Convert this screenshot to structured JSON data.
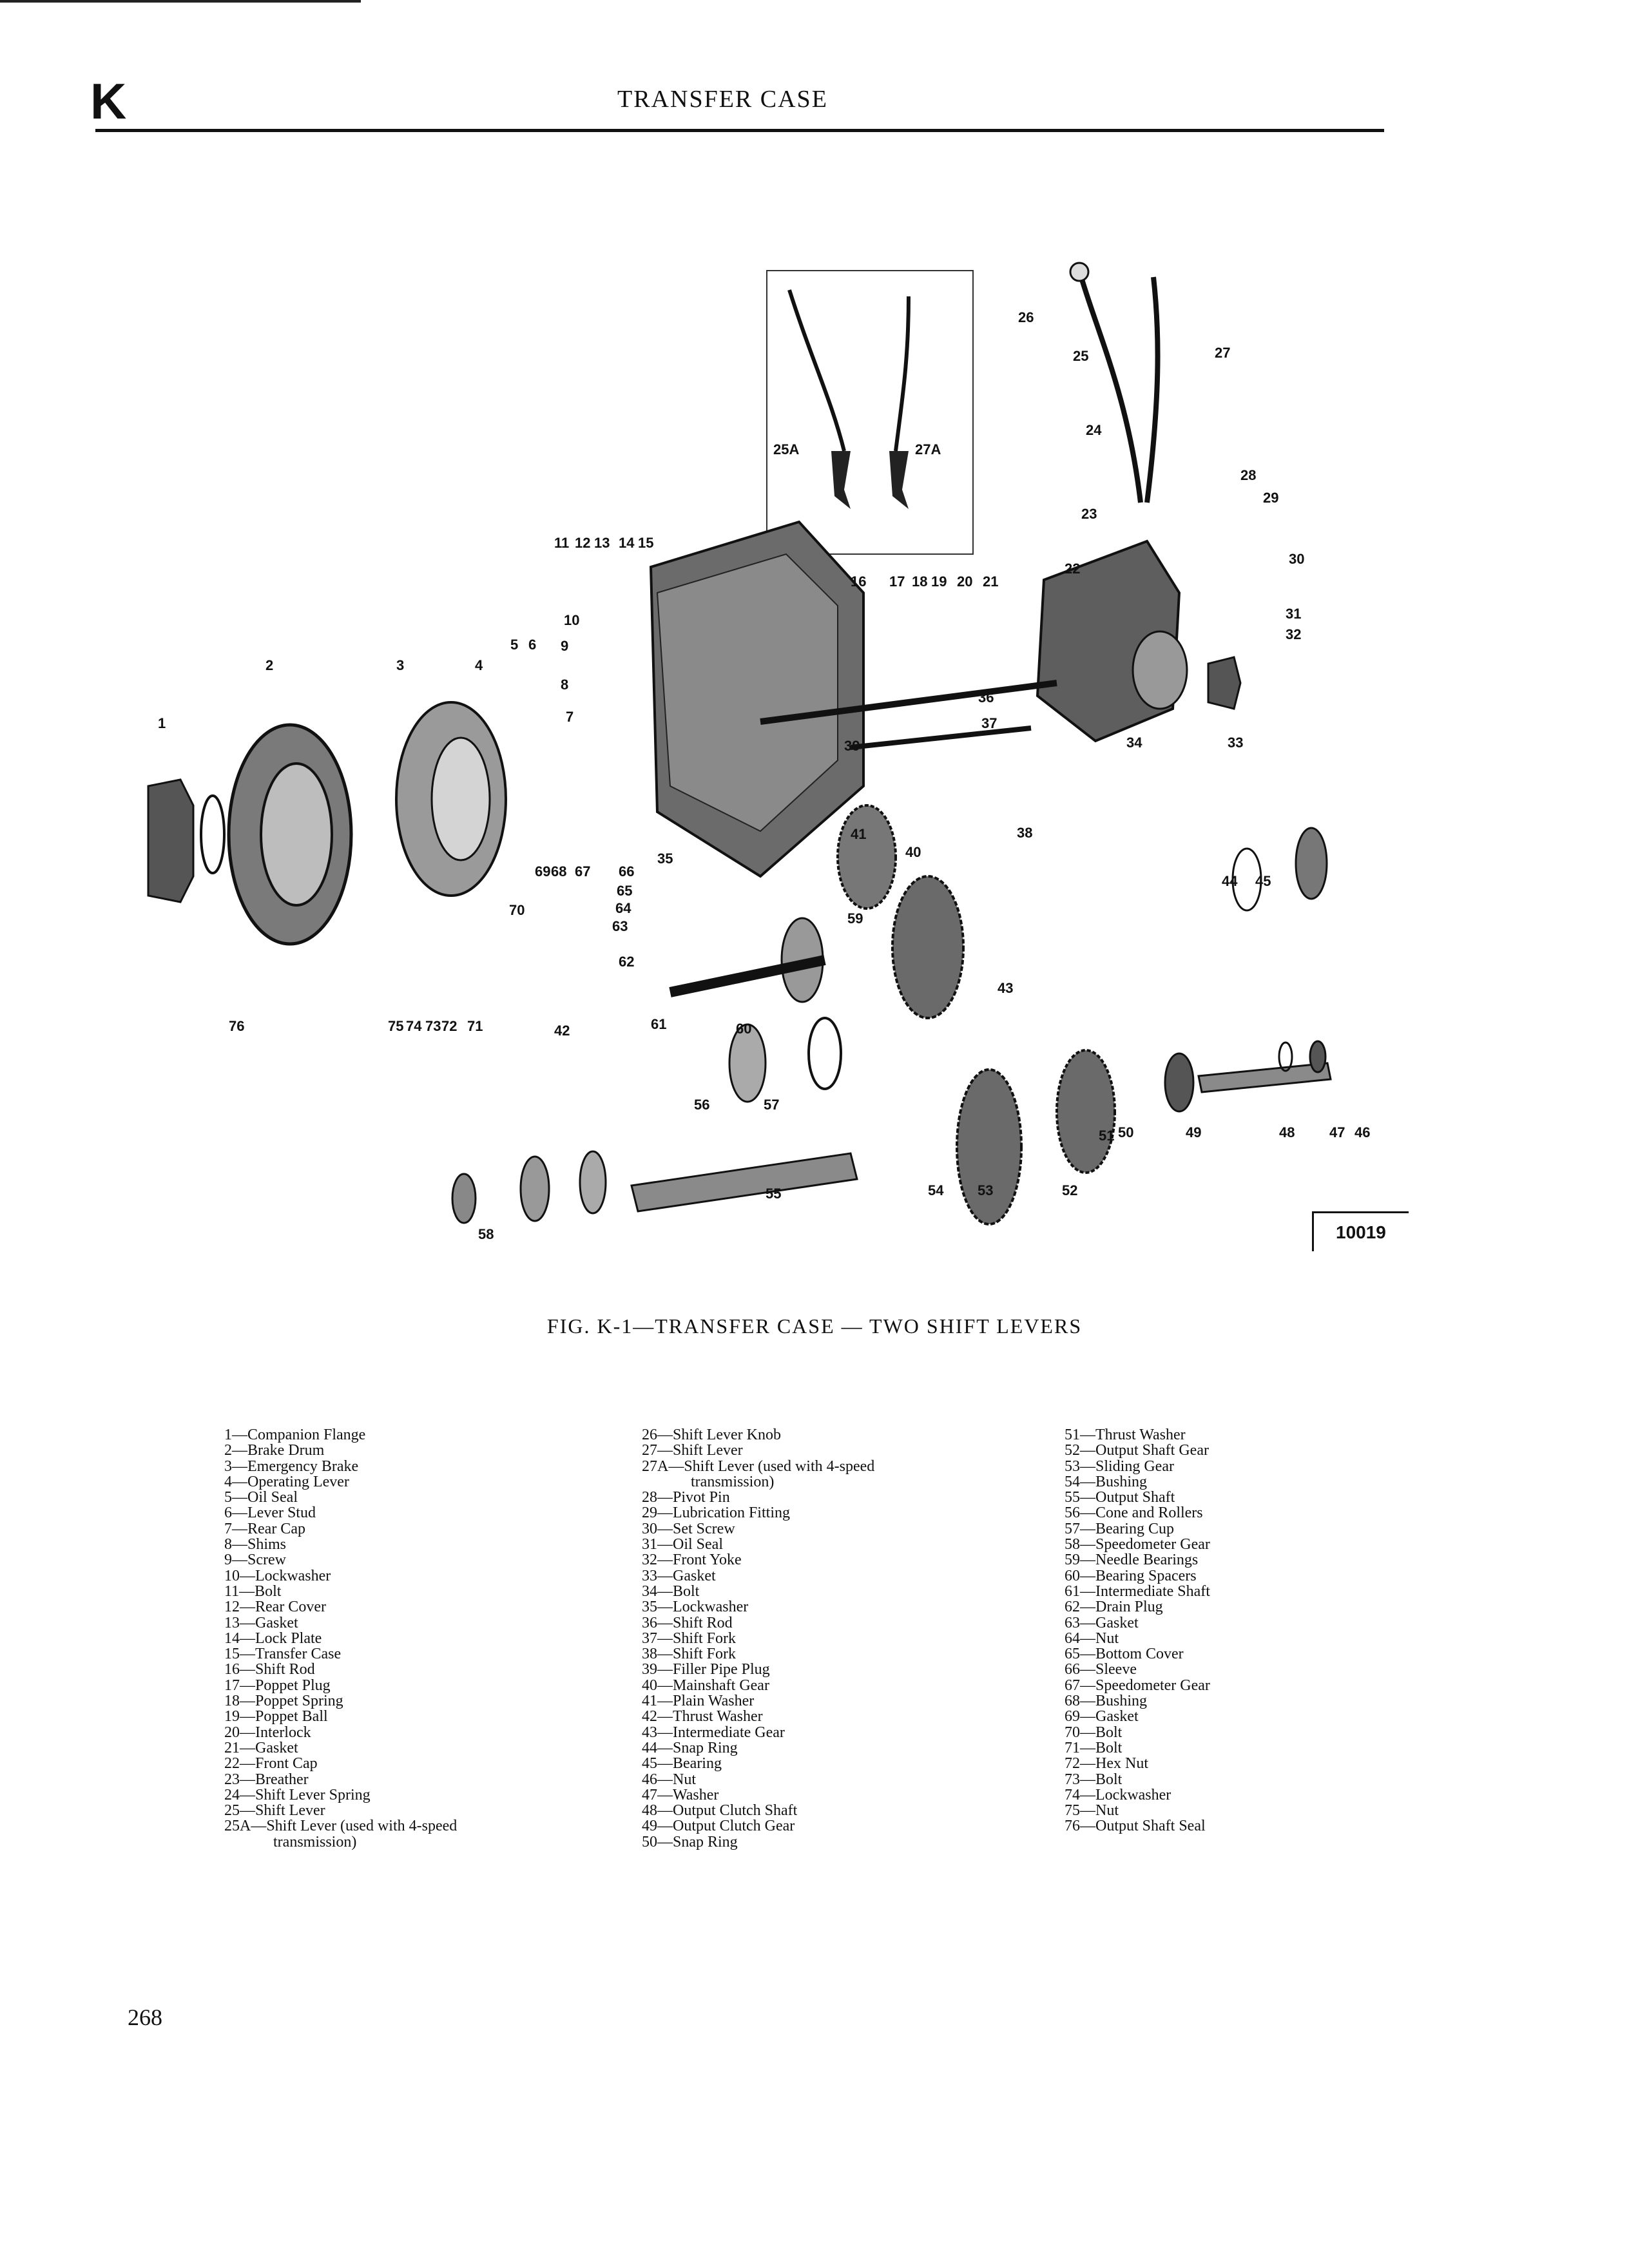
{
  "header": {
    "section_letter": "K",
    "title": "TRANSFER CASE"
  },
  "figure": {
    "caption": "FIG. K-1—TRANSFER CASE — TWO SHIFT LEVERS",
    "number": "10019",
    "inset_labels": [
      "25A",
      "27A"
    ],
    "callouts": [
      "1",
      "2",
      "3",
      "4",
      "5",
      "6",
      "7",
      "8",
      "9",
      "10",
      "11",
      "12",
      "13",
      "14",
      "15",
      "16",
      "17",
      "18",
      "19",
      "20",
      "21",
      "22",
      "23",
      "24",
      "25",
      "26",
      "27",
      "28",
      "29",
      "30",
      "31",
      "32",
      "33",
      "34",
      "35",
      "36",
      "37",
      "38",
      "39",
      "40",
      "41",
      "42",
      "43",
      "44",
      "45",
      "46",
      "47",
      "48",
      "49",
      "50",
      "51",
      "52",
      "53",
      "54",
      "55",
      "56",
      "57",
      "58",
      "59",
      "60",
      "61",
      "62",
      "63",
      "64",
      "65",
      "66",
      "67",
      "68",
      "69",
      "70",
      "71",
      "72",
      "73",
      "74",
      "75",
      "76"
    ]
  },
  "legend": {
    "column1": [
      "1—Companion Flange",
      "2—Brake Drum",
      "3—Emergency Brake",
      "4—Operating Lever",
      "5—Oil Seal",
      "6—Lever Stud",
      "7—Rear Cap",
      "8—Shims",
      "9—Screw",
      "10—Lockwasher",
      "11—Bolt",
      "12—Rear Cover",
      "13—Gasket",
      "14—Lock Plate",
      "15—Transfer Case",
      "16—Shift Rod",
      "17—Poppet Plug",
      "18—Poppet Spring",
      "19—Poppet Ball",
      "20—Interlock",
      "21—Gasket",
      "22—Front Cap",
      "23—Breather",
      "24—Shift Lever Spring",
      "25—Shift Lever",
      "25A—Shift Lever (used with 4-speed",
      "transmission)"
    ],
    "column2": [
      "26—Shift Lever Knob",
      "27—Shift Lever",
      "27A—Shift Lever (used with 4-speed",
      "transmission)",
      "28—Pivot Pin",
      "29—Lubrication Fitting",
      "30—Set Screw",
      "31—Oil Seal",
      "32—Front Yoke",
      "33—Gasket",
      "34—Bolt",
      "35—Lockwasher",
      "36—Shift Rod",
      "37—Shift Fork",
      "38—Shift Fork",
      "39—Filler Pipe Plug",
      "40—Mainshaft Gear",
      "41—Plain Washer",
      "42—Thrust Washer",
      "43—Intermediate Gear",
      "44—Snap Ring",
      "45—Bearing",
      "46—Nut",
      "47—Washer",
      "48—Output Clutch Shaft",
      "49—Output Clutch Gear",
      "50—Snap Ring"
    ],
    "column3": [
      "51—Thrust Washer",
      "52—Output Shaft Gear",
      "53—Sliding Gear",
      "54—Bushing",
      "55—Output Shaft",
      "56—Cone and Rollers",
      "57—Bearing Cup",
      "58—Speedometer Gear",
      "59—Needle Bearings",
      "60—Bearing Spacers",
      "61—Intermediate Shaft",
      "62—Drain Plug",
      "63—Gasket",
      "64—Nut",
      "65—Bottom Cover",
      "66—Sleeve",
      "67—Speedometer Gear",
      "68—Bushing",
      "69—Gasket",
      "70—Bolt",
      "71—Bolt",
      "72—Hex Nut",
      "73—Bolt",
      "74—Lockwasher",
      "75—Nut",
      "76—Output Shaft Seal"
    ]
  },
  "page_number": "268"
}
